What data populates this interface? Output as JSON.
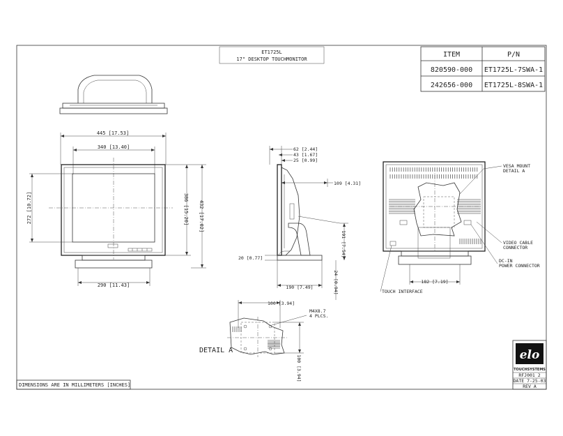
{
  "title_block": {
    "model": "ET1725L",
    "description": "17\" DESKTOP TOUCHMONITOR"
  },
  "parts_table": {
    "headers": [
      "ITEM",
      "P/N"
    ],
    "rows": [
      {
        "item": "820590-000",
        "pn": "ET1725L-7SWA-1"
      },
      {
        "item": "242656-000",
        "pn": "ET1725L-8SWA-1"
      }
    ]
  },
  "front_view": {
    "width_overall": "445 [17.53]",
    "width_screen": "340 [13.40]",
    "height_screen": "272 [10.72]",
    "height_bezel": "386 [15.20]",
    "height_overall": "432 [17.02]",
    "base_width": "290 [11.43]"
  },
  "side_view": {
    "depth_top": "62 [2.44]",
    "depth_bezel": "43 [1.67]",
    "depth_panel": "25 [0.99]",
    "depth_body": "109 [4.31]",
    "base_depth": "190 [7.49]",
    "base_height_left": "20 [0.77]",
    "stand_height": "191 [7.54]",
    "foot_height": "24 [0.94]"
  },
  "rear_view": {
    "vesa_label": "VESA MOUNT DETAIL A",
    "video_label": "VIDEO CABLE CONNECTOR",
    "power_label": "DC-IN POWER CONNECTOR",
    "touch_label": "TOUCH INTERFACE",
    "base_width": "182 [7.19]"
  },
  "detail_a": {
    "label": "DETAIL A",
    "holes": "M4X8.7 4 PLCS.",
    "horizontal": "100 [3.94]",
    "vertical": "100 [3.94]"
  },
  "footer": {
    "units_note": "DIMENSIONS ARE IN MILLIMETERS [INCHES]"
  },
  "logo": {
    "mark": "elo",
    "company": "TOUCHSYSTEMS",
    "revision_lines": [
      "RFJ001 2",
      "DATE 7-25-03",
      "REV A"
    ]
  }
}
